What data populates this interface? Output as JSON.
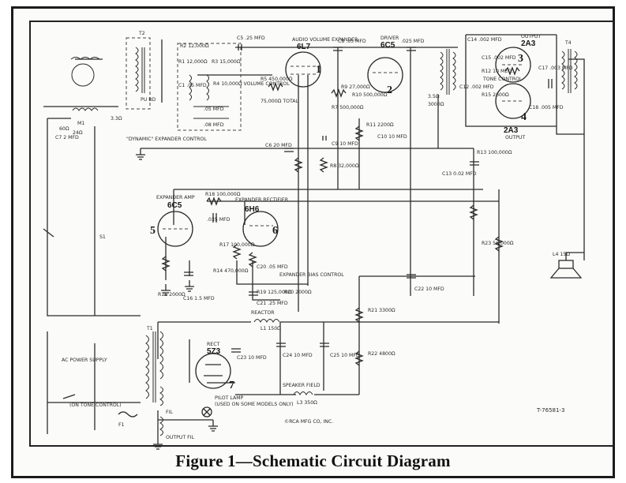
{
  "caption": "Figure 1—Schematic Circuit Diagram",
  "drawing_number": "T-76581-3",
  "copyright": "©RCA MFG CO, INC.",
  "tubes": {
    "v1": {
      "number": "1",
      "type": "6L7",
      "role": "AUDIO VOLUME EXPANDER"
    },
    "v2": {
      "number": "2",
      "type": "6C5",
      "role": "DRIVER"
    },
    "v3": {
      "number": "3",
      "type": "2A3",
      "role": "OUTPUT"
    },
    "v4": {
      "number": "4",
      "type": "2A3",
      "role": "OUTPUT"
    },
    "v5": {
      "number": "5",
      "type": "6C5",
      "role": "EXPANDER AMP"
    },
    "v6": {
      "number": "6",
      "type": "6H6",
      "role": "EXPANDER RECTIFIER"
    },
    "v7": {
      "number": "7",
      "type": "5Z3",
      "role": "RECT"
    }
  },
  "labels": {
    "c5": "C5 .25 MFD",
    "c8": "C8 .05 MFD",
    "c11": ".025 MFD",
    "r4": "R4 10,000Ω VOLUME CONTROL",
    "r5": "R5 450,000Ω",
    "total": "75,000Ω TOTAL",
    "r7": "R7 500,000Ω",
    "r8": "R8 32,000Ω",
    "r9": "R9 27,000Ω",
    "r10": "R10 500,000Ω",
    "r11": "R11 2200Ω",
    "c10": "C10 10 MFD",
    "c6": "C6 20 MFD",
    "c9": "C9 10 MFD",
    "r13": "R13 100,000Ω",
    "c13": "C13 0.02 MFD",
    "r23": "R23 56,000Ω",
    "r18": "R18 100,000Ω",
    "r17": "R17 100,000Ω",
    "c19": ".035 MFD",
    "r14": "R14 470,000Ω",
    "c20": "C20 .05 MFD",
    "r19": "R19 125,000Ω",
    "r20": "R20 2000Ω",
    "c21": "C21 .25 MFD",
    "r16": "R16 2000Ω",
    "c16": "C16 1.5 MFD",
    "c22": "C22 10 MFD",
    "r21": "R21 3300Ω",
    "r22": "R22 4800Ω",
    "c23": "C23 10 MFD",
    "c24": "C24 10 MFD",
    "c25": "C25 10 MFD",
    "dyn_ctrl": "\"DYNAMIC\" EXPANDER CONTROL",
    "bias_ctrl": "EXPANDER BIAS CONTROL",
    "tone": "TONE CONTROL",
    "reactor": "REACTOR",
    "l1": "L1 150Ω",
    "speaker_field": "SPEAKER FIELD",
    "l3": "L3 350Ω",
    "ac_supply": "AC POWER SUPPLY",
    "t1": "T1",
    "t2": "T2",
    "t4": "T4",
    "s1": "S1",
    "f1": "F1",
    "on_tone": "(ON TONE CONTROL)",
    "fil": "FIL",
    "output_fil": "OUTPUT FIL",
    "pilot_lamp": "PILOT LAMP",
    "pilot_note": "(USED ON SOME MODELS ONLY)",
    "pu": "PU BD",
    "m1": "M1",
    "ohms_3": "3.3Ω",
    "ohms_24": "24Ω",
    "ohms_60": "60Ω",
    "c7": "C7 2 MFD",
    "speaker_ohms": "L4 15Ω",
    "c14": "C14 .002 MFD",
    "c15": "C15 .002 MFD",
    "r12": "R12 10 MEG.",
    "r15": "R15 2600Ω",
    "h1": "3.5Ω",
    "h2": "3000Ω",
    "c17": "C17 .003 MFD",
    "c18": "C18 .005 MFD",
    "c12": "C12 .002 MFD",
    "r2": "R2 12,000Ω",
    "r3": "R3 15,000Ω",
    "r1": "R1 12,000Ω",
    "c1": "C1 .05 MFD",
    "c3": ".05 MFD",
    "c4": ".08 MFD"
  }
}
